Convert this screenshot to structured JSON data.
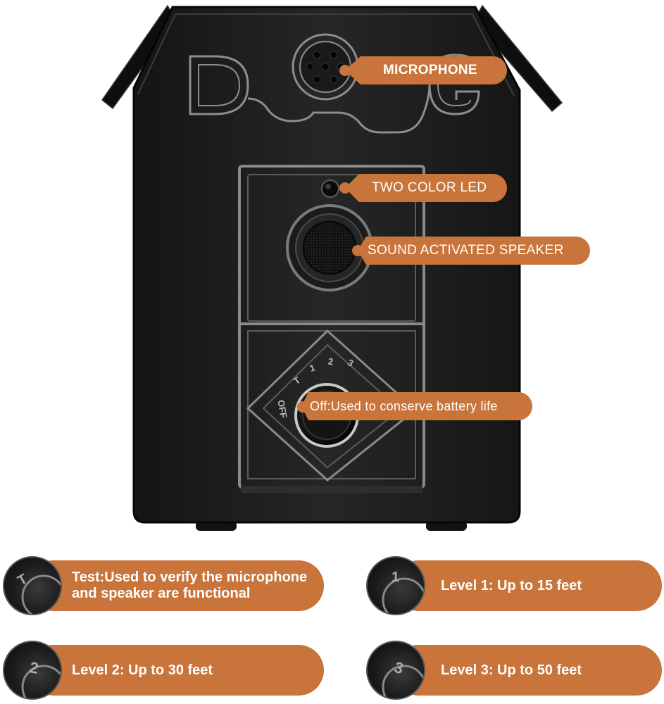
{
  "colors": {
    "accent": "#c8743a",
    "device_body": "#1e1e1e",
    "device_trim": "#8a8a8a",
    "background": "#ffffff"
  },
  "device": {
    "logo_letters": [
      "D",
      "O",
      "G"
    ],
    "dial_marks": [
      "OFF",
      "T",
      "1",
      "2",
      "3"
    ]
  },
  "callouts": {
    "microphone": "MICROPHONE",
    "led": "TWO COLOR LED",
    "speaker": "SOUND ACTIVATED SPEAKER",
    "off": "Off:Used to conserve battery life"
  },
  "features": [
    {
      "icon": "dial-test-icon",
      "mark": "T",
      "text": "Test:Used to verify the microphone and speaker are functional",
      "line1": "Test:Used to verify the microphone",
      "line2": "and speaker are functional"
    },
    {
      "icon": "dial-level-1-icon",
      "mark": "1",
      "text": "Level 1: Up to 15 feet"
    },
    {
      "icon": "dial-level-2-icon",
      "mark": "2",
      "text": "Level 2: Up to 30 feet"
    },
    {
      "icon": "dial-level-3-icon",
      "mark": "3",
      "text": "Level 3: Up to 50 feet"
    }
  ]
}
